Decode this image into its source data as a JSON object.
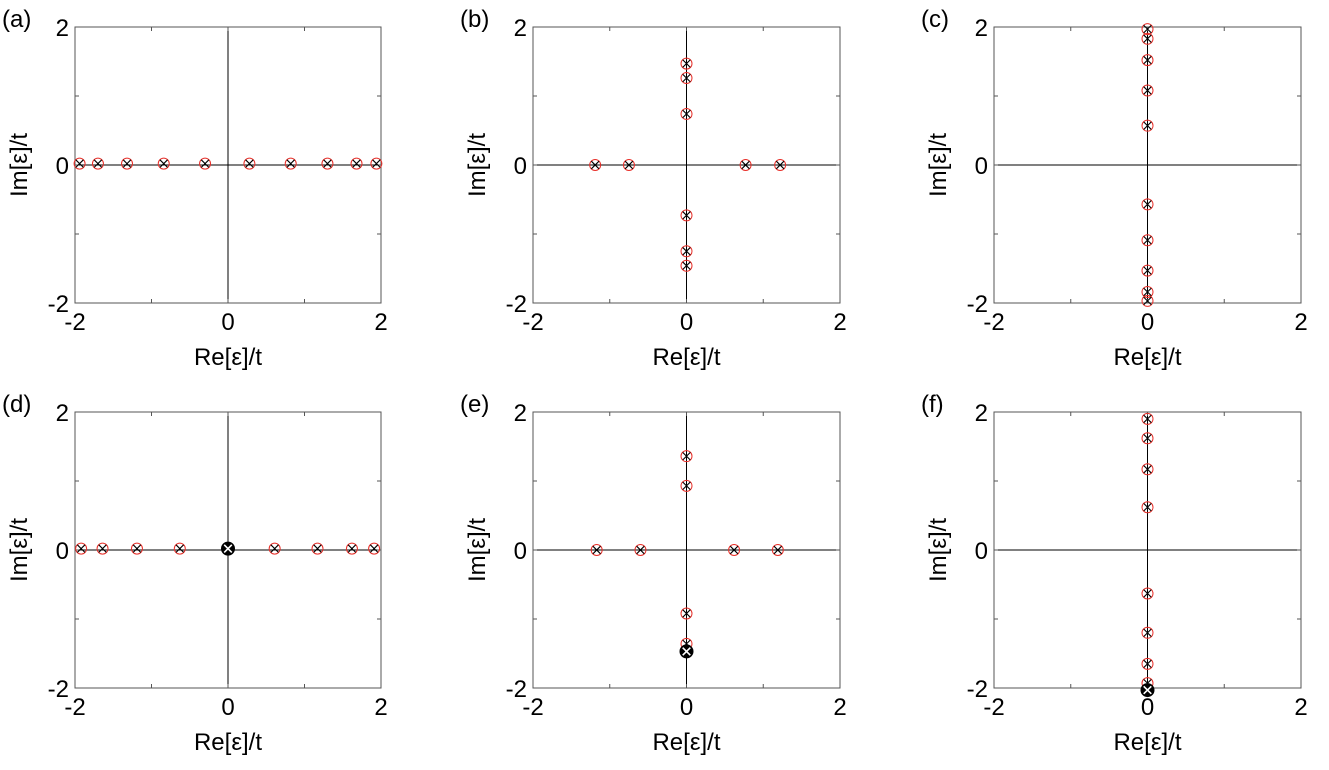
{
  "chart_data": [
    {
      "type": "scatter",
      "panel": "(a)",
      "xlabel": "Re[ε]/t",
      "ylabel": "Im[ε]/t",
      "xlim": [
        -2,
        2
      ],
      "ylim": [
        -2,
        2
      ],
      "xticks": [
        "-2",
        "0",
        "2"
      ],
      "yticks": [
        "-2",
        "0",
        "2"
      ],
      "series": [
        {
          "marker": "red-circle",
          "points": [
            [
              -1.94,
              0.02
            ],
            [
              -1.7,
              0.02
            ],
            [
              -1.32,
              0.02
            ],
            [
              -0.84,
              0.02
            ],
            [
              -0.3,
              0.02
            ],
            [
              0.28,
              0.02
            ],
            [
              0.82,
              0.02
            ],
            [
              1.3,
              0.02
            ],
            [
              1.68,
              0.02
            ],
            [
              1.94,
              0.02
            ]
          ]
        },
        {
          "marker": "black-cross",
          "points": [
            [
              -1.94,
              0.02
            ],
            [
              -1.7,
              0.02
            ],
            [
              -1.32,
              0.02
            ],
            [
              -0.84,
              0.02
            ],
            [
              -0.3,
              0.02
            ],
            [
              0.28,
              0.02
            ],
            [
              0.82,
              0.02
            ],
            [
              1.3,
              0.02
            ],
            [
              1.68,
              0.02
            ],
            [
              1.94,
              0.02
            ]
          ]
        }
      ]
    },
    {
      "type": "scatter",
      "panel": "(b)",
      "xlabel": "Re[ε]/t",
      "ylabel": "Im[ε]/t",
      "xlim": [
        -2,
        2
      ],
      "ylim": [
        -2,
        2
      ],
      "xticks": [
        "-2",
        "0",
        "2"
      ],
      "yticks": [
        "-2",
        "0",
        "2"
      ],
      "series": [
        {
          "marker": "red-circle",
          "points": [
            [
              -1.19,
              0
            ],
            [
              -0.75,
              0
            ],
            [
              0.77,
              0
            ],
            [
              1.22,
              0
            ],
            [
              0,
              1.47
            ],
            [
              0,
              1.26
            ],
            [
              0,
              0.74
            ],
            [
              0,
              -0.73
            ],
            [
              0,
              -1.25
            ],
            [
              0,
              -1.46
            ]
          ]
        },
        {
          "marker": "black-cross",
          "points": [
            [
              -1.19,
              0
            ],
            [
              -0.75,
              0
            ],
            [
              0.77,
              0
            ],
            [
              1.22,
              0
            ],
            [
              0,
              1.47
            ],
            [
              0,
              1.26
            ],
            [
              0,
              0.74
            ],
            [
              0,
              -0.73
            ],
            [
              0,
              -1.25
            ],
            [
              0,
              -1.46
            ]
          ]
        }
      ]
    },
    {
      "type": "scatter",
      "panel": "(c)",
      "xlabel": "Re[ε]/t",
      "ylabel": "Im[ε]/t",
      "xlim": [
        -2,
        2
      ],
      "ylim": [
        -2,
        2
      ],
      "xticks": [
        "-2",
        "0",
        "2"
      ],
      "yticks": [
        "-2",
        "0",
        "2"
      ],
      "series": [
        {
          "marker": "red-circle",
          "points": [
            [
              0,
              1.97
            ],
            [
              0,
              1.83
            ],
            [
              0,
              1.52
            ],
            [
              0,
              1.08
            ],
            [
              0,
              0.57
            ],
            [
              0,
              -0.57
            ],
            [
              0,
              -1.09
            ],
            [
              0,
              -1.53
            ],
            [
              0,
              -1.84
            ],
            [
              0,
              -1.97
            ]
          ]
        },
        {
          "marker": "black-cross",
          "points": [
            [
              0,
              1.97
            ],
            [
              0,
              1.83
            ],
            [
              0,
              1.52
            ],
            [
              0,
              1.08
            ],
            [
              0,
              0.57
            ],
            [
              0,
              -0.57
            ],
            [
              0,
              -1.09
            ],
            [
              0,
              -1.53
            ],
            [
              0,
              -1.84
            ],
            [
              0,
              -1.97
            ]
          ]
        }
      ]
    },
    {
      "type": "scatter",
      "panel": "(d)",
      "xlabel": "Re[ε]/t",
      "ylabel": "Im[ε]/t",
      "xlim": [
        -2,
        2
      ],
      "ylim": [
        -2,
        2
      ],
      "xticks": [
        "-2",
        "0",
        "2"
      ],
      "yticks": [
        "-2",
        "0",
        "2"
      ],
      "series": [
        {
          "marker": "red-circle",
          "points": [
            [
              -1.92,
              0.02
            ],
            [
              -1.64,
              0.02
            ],
            [
              -1.19,
              0.02
            ],
            [
              -0.63,
              0.02
            ],
            [
              0.61,
              0.02
            ],
            [
              1.17,
              0.02
            ],
            [
              1.62,
              0.02
            ],
            [
              1.91,
              0.02
            ]
          ]
        },
        {
          "marker": "black-cross",
          "points": [
            [
              -1.92,
              0.02
            ],
            [
              -1.64,
              0.02
            ],
            [
              -1.19,
              0.02
            ],
            [
              -0.63,
              0.02
            ],
            [
              0.61,
              0.02
            ],
            [
              1.17,
              0.02
            ],
            [
              1.62,
              0.02
            ],
            [
              1.91,
              0.02
            ]
          ]
        },
        {
          "marker": "black-filled-cross",
          "points": [
            [
              0,
              0.02
            ]
          ]
        }
      ]
    },
    {
      "type": "scatter",
      "panel": "(e)",
      "xlabel": "Re[ε]/t",
      "ylabel": "Im[ε]/t",
      "xlim": [
        -2,
        2
      ],
      "ylim": [
        -2,
        2
      ],
      "xticks": [
        "-2",
        "0",
        "2"
      ],
      "yticks": [
        "-2",
        "0",
        "2"
      ],
      "series": [
        {
          "marker": "red-circle",
          "points": [
            [
              -1.17,
              0
            ],
            [
              -0.6,
              0
            ],
            [
              0.62,
              0
            ],
            [
              1.19,
              0
            ],
            [
              0,
              1.36
            ],
            [
              0,
              0.93
            ],
            [
              0,
              -0.92
            ],
            [
              0,
              -1.36
            ]
          ]
        },
        {
          "marker": "black-cross",
          "points": [
            [
              -1.17,
              0
            ],
            [
              -0.6,
              0
            ],
            [
              0.62,
              0
            ],
            [
              1.19,
              0
            ],
            [
              0,
              1.36
            ],
            [
              0,
              0.93
            ],
            [
              0,
              -0.92
            ],
            [
              0,
              -1.36
            ]
          ]
        },
        {
          "marker": "black-filled-cross",
          "points": [
            [
              0,
              -1.47
            ]
          ]
        }
      ]
    },
    {
      "type": "scatter",
      "panel": "(f)",
      "xlabel": "Re[ε]/t",
      "ylabel": "Im[ε]/t",
      "xlim": [
        -2,
        2
      ],
      "ylim": [
        -2,
        2
      ],
      "xticks": [
        "-2",
        "0",
        "2"
      ],
      "yticks": [
        "-2",
        "0",
        "2"
      ],
      "series": [
        {
          "marker": "red-circle",
          "points": [
            [
              0,
              1.9
            ],
            [
              0,
              1.62
            ],
            [
              0,
              1.17
            ],
            [
              0,
              0.62
            ],
            [
              0,
              -0.63
            ],
            [
              0,
              -1.2
            ],
            [
              0,
              -1.65
            ],
            [
              0,
              -1.93
            ]
          ]
        },
        {
          "marker": "black-cross",
          "points": [
            [
              0,
              1.9
            ],
            [
              0,
              1.62
            ],
            [
              0,
              1.17
            ],
            [
              0,
              0.62
            ],
            [
              0,
              -0.63
            ],
            [
              0,
              -1.2
            ],
            [
              0,
              -1.65
            ],
            [
              0,
              -1.93
            ]
          ]
        },
        {
          "marker": "black-filled-cross",
          "points": [
            [
              0,
              -2.03
            ]
          ]
        }
      ]
    }
  ]
}
